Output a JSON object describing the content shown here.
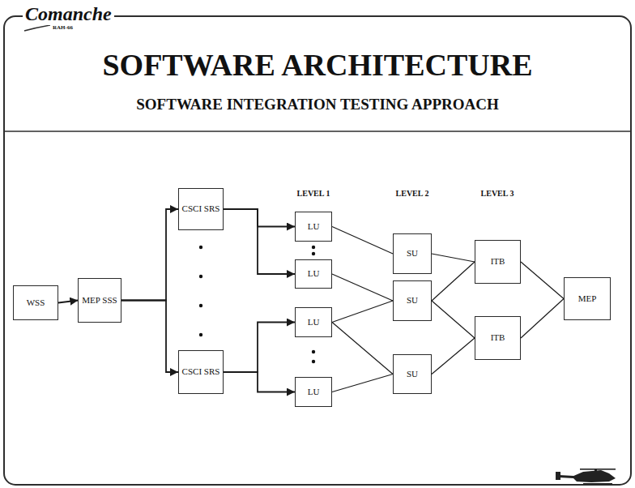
{
  "diagram": {
    "title": "SOFTWARE ARCHITECTURE",
    "nodes": [
      {
        "text": [
          "WSS"
        ]
      },
      {
        "text": [
          "MEP SSS"
        ]
      },
      {
        "text": [
          "CSCI SRS"
        ]
      },
      {
        "text": [
          "CSCI SRS"
        ]
      },
      {
        "text": [
          "LU"
        ]
      },
      {
        "text": [
          "LU"
        ]
      },
      {
        "text": [
          "LU"
        ]
      },
      {
        "text": [
          "LU"
        ]
      },
      {
        "text": [
          "SU"
        ]
      },
      {
        "text": [
          "SU"
        ]
      },
      {
        "text": [
          "SU"
        ]
      },
      {
        "text": [
          "ITB"
        ]
      },
      {
        "text": [
          "ITB"
        ]
      },
      {
        "text": [
          "MEP"
        ]
      }
    ],
    "edges": [
      {
        "from": 0,
        "to": 1,
        "arrow": "to"
      },
      {
        "from": 1,
        "to": 2,
        "arrow": "to"
      },
      {
        "from": 1,
        "to": 3,
        "arrow": "to"
      },
      {
        "from": 2,
        "to": 4,
        "arrow": "to"
      },
      {
        "from": 2,
        "to": 5,
        "arrow": "to"
      },
      {
        "from": 3,
        "to": 6,
        "arrow": "to"
      },
      {
        "from": 3,
        "to": 7,
        "arrow": "to"
      },
      {
        "from": 4,
        "to": 8,
        "arrow": "none"
      },
      {
        "from": 5,
        "to": 9,
        "arrow": "none"
      },
      {
        "from": 6,
        "to": 9,
        "arrow": "none"
      },
      {
        "from": 6,
        "to": 10,
        "arrow": "none"
      },
      {
        "from": 7,
        "to": 10,
        "arrow": "none"
      },
      {
        "from": 8,
        "to": 11,
        "arrow": "none"
      },
      {
        "from": 9,
        "to": 11,
        "arrow": "none"
      },
      {
        "from": 9,
        "to": 12,
        "arrow": "none"
      },
      {
        "from": 10,
        "to": 12,
        "arrow": "none"
      },
      {
        "from": 11,
        "to": 13,
        "arrow": "none"
      },
      {
        "from": 12,
        "to": 13,
        "arrow": "none"
      }
    ],
    "labels": [
      "Comanche",
      "RAH-66",
      "SOFTWARE INTEGRATION TESTING APPROACH",
      "LEVEL 1",
      "LEVEL 2",
      "LEVEL 3"
    ]
  }
}
